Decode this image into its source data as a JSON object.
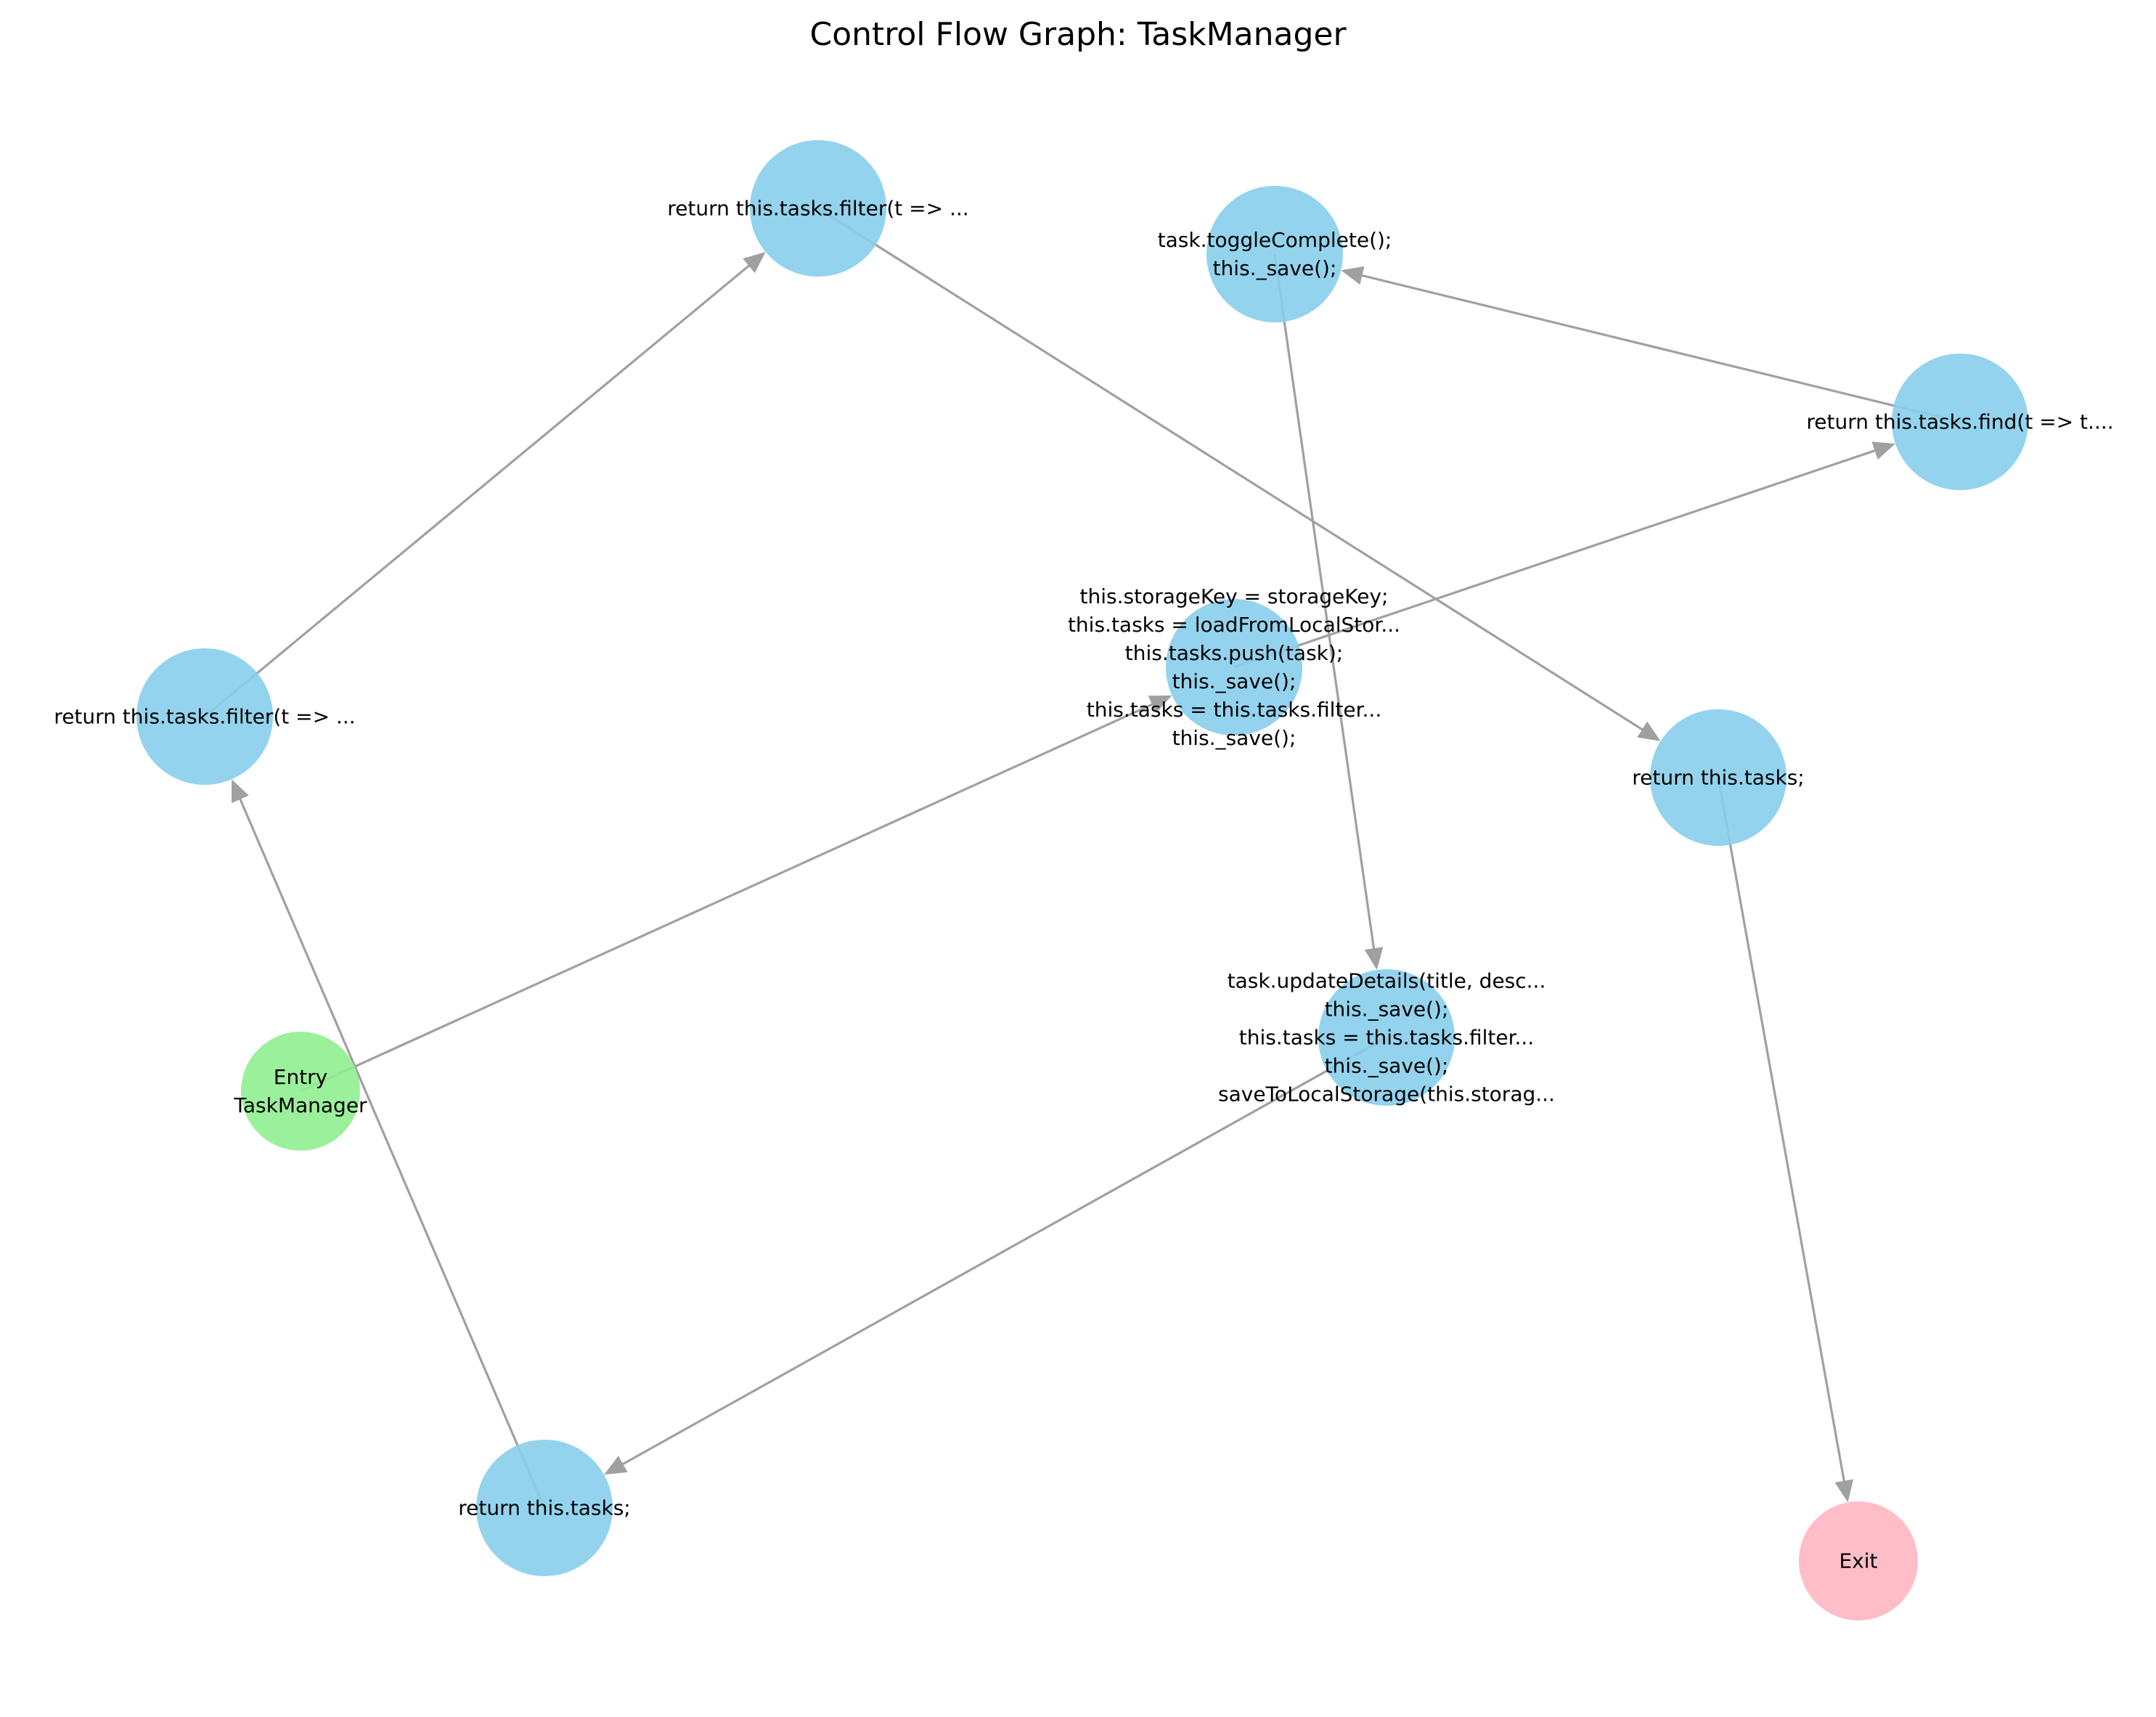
{
  "title": "Control Flow Graph: TaskManager",
  "colors": {
    "statement": "#87ceeb",
    "entry": "#90ee90",
    "exit": "#ffb6c1",
    "edge": "#a0a0a0"
  },
  "nodes": [
    {
      "id": "entry",
      "kind": "entry",
      "lines": [
        "Entry",
        "TaskManager"
      ]
    },
    {
      "id": "constructor",
      "kind": "statement",
      "lines": [
        "this.storageKey = storageKey;",
        "this.tasks = loadFromLocalStor...",
        "this.tasks.push(task);",
        "this._save();",
        "this.tasks = this.tasks.filter...",
        "this._save();"
      ]
    },
    {
      "id": "find",
      "kind": "statement",
      "lines": [
        "return this.tasks.find(t => t...."
      ]
    },
    {
      "id": "toggle",
      "kind": "statement",
      "lines": [
        "task.toggleComplete();",
        "this._save();"
      ]
    },
    {
      "id": "update",
      "kind": "statement",
      "lines": [
        "task.updateDetails(title, desc...",
        "this._save();",
        "this.tasks = this.tasks.filter...",
        "this._save();",
        "saveToLocalStorage(this.storag..."
      ]
    },
    {
      "id": "return-bottom",
      "kind": "statement",
      "lines": [
        "return this.tasks;"
      ]
    },
    {
      "id": "filter-left",
      "kind": "statement",
      "lines": [
        "return this.tasks.filter(t => ..."
      ]
    },
    {
      "id": "filter-top",
      "kind": "statement",
      "lines": [
        "return this.tasks.filter(t => ..."
      ]
    },
    {
      "id": "return-right",
      "kind": "statement",
      "lines": [
        "return this.tasks;"
      ]
    },
    {
      "id": "exit",
      "kind": "exit",
      "lines": [
        "Exit"
      ]
    }
  ],
  "edges": [
    {
      "from": "entry",
      "to": "constructor"
    },
    {
      "from": "constructor",
      "to": "find"
    },
    {
      "from": "find",
      "to": "toggle"
    },
    {
      "from": "toggle",
      "to": "update"
    },
    {
      "from": "update",
      "to": "return-bottom"
    },
    {
      "from": "return-bottom",
      "to": "filter-left"
    },
    {
      "from": "filter-left",
      "to": "filter-top"
    },
    {
      "from": "filter-top",
      "to": "return-right"
    },
    {
      "from": "return-right",
      "to": "exit"
    }
  ]
}
